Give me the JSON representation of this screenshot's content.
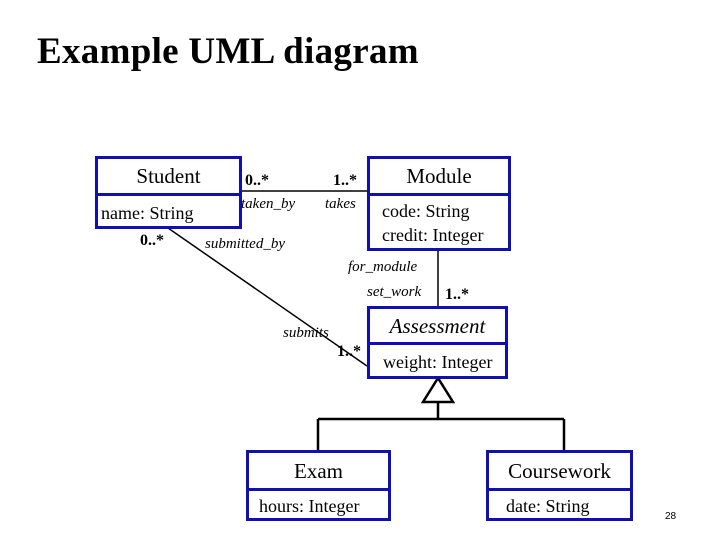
{
  "slide": {
    "title": "Example UML diagram",
    "page_number": "28"
  },
  "colors": {
    "class_border": "#1010b0",
    "line": "#000000"
  },
  "classes": {
    "student": {
      "name": "Student",
      "attributes": [
        "name: String"
      ]
    },
    "module": {
      "name": "Module",
      "attributes": [
        "code: String",
        "credit: Integer"
      ]
    },
    "assessment": {
      "name": "Assessment",
      "italic": true,
      "attributes": [
        "weight: Integer"
      ]
    },
    "exam": {
      "name": "Exam",
      "attributes": [
        "hours: Integer"
      ]
    },
    "coursework": {
      "name": "Coursework",
      "attributes": [
        "date: String"
      ]
    }
  },
  "associations": {
    "student_module": {
      "student_multiplicity": "0..*",
      "module_multiplicity": "1..*",
      "student_role": "taken_by",
      "module_role": "takes"
    },
    "student_assessment": {
      "student_multiplicity": "0..*",
      "assessment_multiplicity": "1..*",
      "student_role": "submitted_by",
      "assessment_role": "submits"
    },
    "module_assessment": {
      "module_role": "for_module",
      "assessment_role": "set_work",
      "assessment_multiplicity": "1..*"
    }
  },
  "generalization": {
    "parent": "Assessment",
    "children": [
      "Exam",
      "Coursework"
    ]
  }
}
